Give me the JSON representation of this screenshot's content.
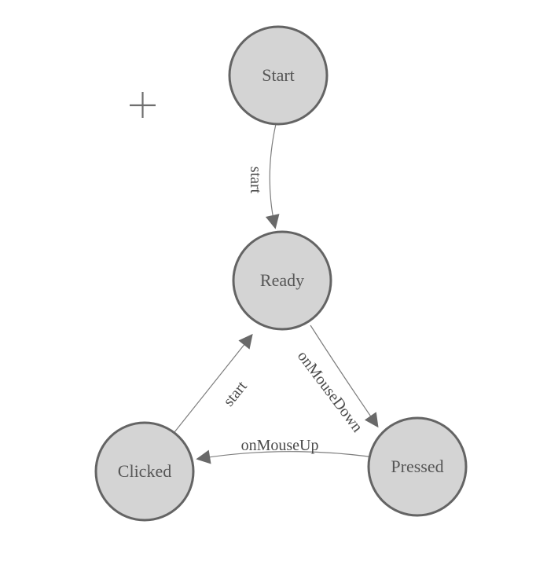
{
  "diagram": {
    "type": "state-machine",
    "background": "#ffffff",
    "colors": {
      "node_fill": "#d4d4d4",
      "node_stroke": "#646464",
      "edge_line": "#7d7d7d",
      "arrowhead": "#696969",
      "node_label": "#565656",
      "edge_label": "#4b4b4b",
      "crosshair": "#6e6e6e"
    },
    "nodes": [
      {
        "id": "start",
        "label": "Start"
      },
      {
        "id": "ready",
        "label": "Ready"
      },
      {
        "id": "clicked",
        "label": "Clicked"
      },
      {
        "id": "pressed",
        "label": "Pressed"
      }
    ],
    "edges": [
      {
        "id": "start-to-ready",
        "label": "start",
        "from": "Start",
        "to": "Ready"
      },
      {
        "id": "ready-to-pressed",
        "label": "onMouseDown",
        "from": "Ready",
        "to": "Pressed"
      },
      {
        "id": "pressed-to-clicked",
        "label": "onMouseUp",
        "from": "Pressed",
        "to": "Clicked"
      },
      {
        "id": "clicked-to-ready",
        "label": "start",
        "from": "Clicked",
        "to": "Ready"
      }
    ],
    "cursor_icon": "plus-crosshair"
  }
}
